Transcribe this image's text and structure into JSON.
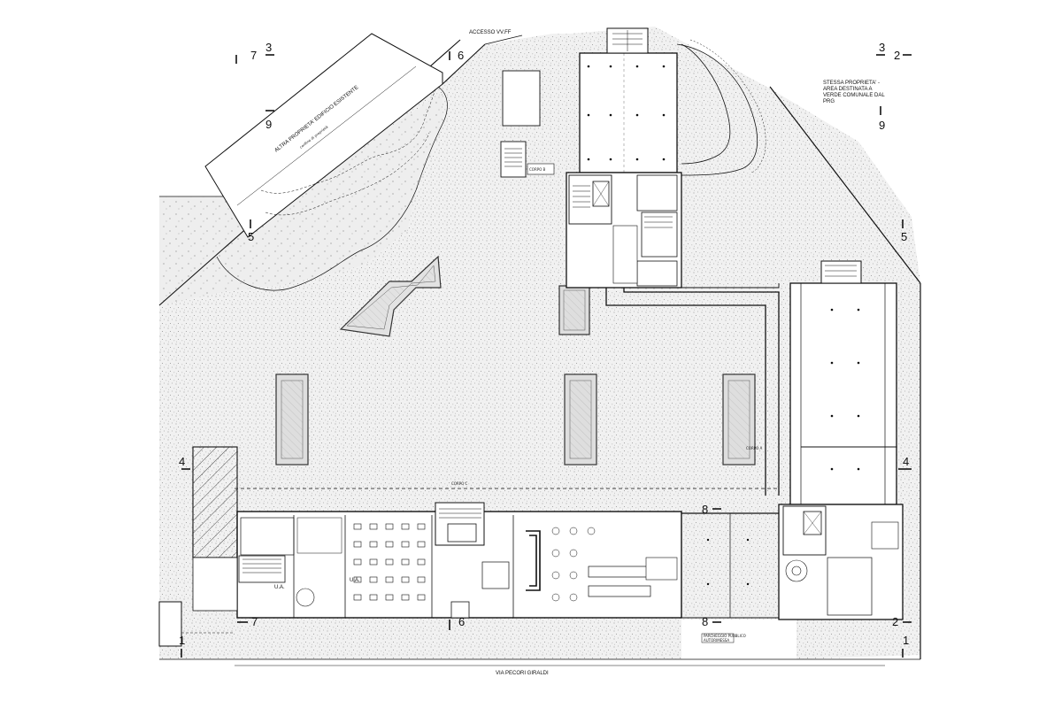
{
  "labels": {
    "accesso": "ACCESSO VV.FF",
    "stessa_proprieta": [
      "STESSA PROPRIETA' -",
      "AREA DESTINATA A",
      "VERDE COMUNALE DAL",
      "PRG"
    ],
    "altra_proprieta": "ALTRA PROPRIETA' EDIFICIO ESISTENTE",
    "confine": "confine di proprietà",
    "corpo_b": "CORPO B",
    "corpo_c": "CORPO C",
    "corpo_a": "CORPO A",
    "via": "VIA PECORI GIRALDI",
    "parcheggio_1": "PARCHEGGIO PUBBLICO",
    "parcheggio_2": "AUTORIMESSA",
    "ua": "U.A."
  },
  "section_marks": {
    "left": [
      "7",
      "3",
      "9",
      "5",
      "4",
      "1"
    ],
    "right": [
      "2",
      "3",
      "9",
      "5",
      "4",
      "2",
      "1"
    ],
    "top": [
      "6"
    ],
    "bottom": [
      "7",
      "6",
      "8"
    ],
    "middle": [
      "8"
    ]
  },
  "colors": {
    "ink": "#111111",
    "stipple": "#9a9a9a",
    "background": "#ffffff"
  }
}
